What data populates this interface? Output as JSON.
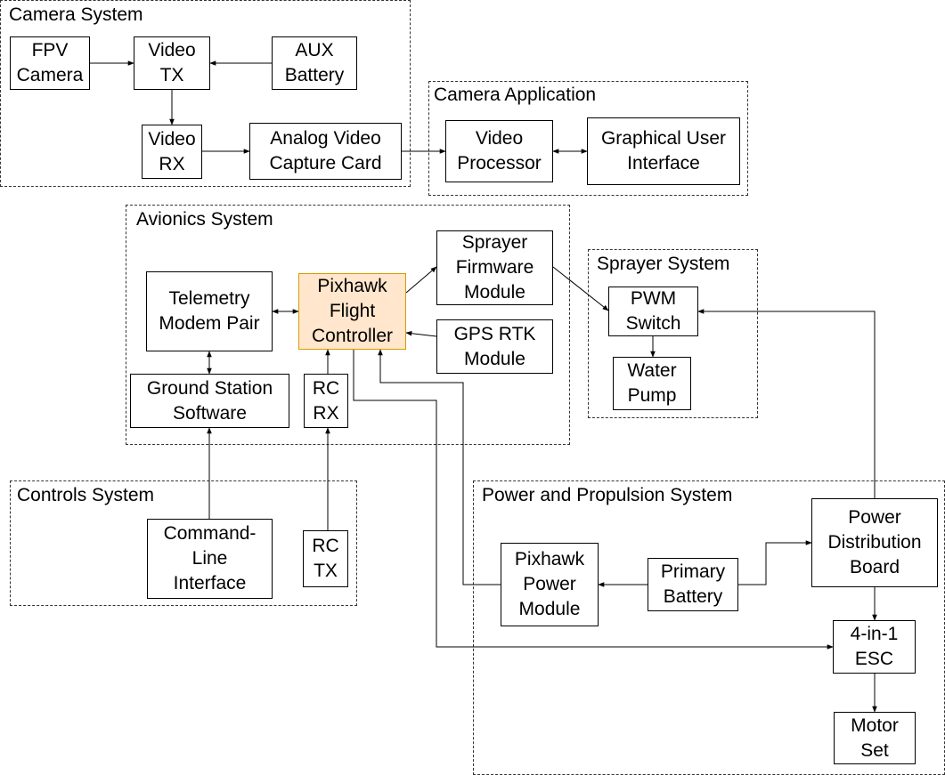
{
  "groups": {
    "camera_system": "Camera System",
    "camera_application": "Camera Application",
    "avionics_system": "Avionics System",
    "sprayer_system": "Sprayer System",
    "controls_system": "Controls System",
    "power_propulsion_system": "Power and Propulsion System"
  },
  "nodes": {
    "fpv_camera": "FPV\nCamera",
    "video_tx": "Video\nTX",
    "aux_battery": "AUX\nBattery",
    "video_rx": "Video\nRX",
    "analog_video_capture_card": "Analog Video\nCapture Card",
    "video_processor": "Video\nProcessor",
    "graphical_user_interface": "Graphical User\nInterface",
    "telemetry_modem_pair": "Telemetry\nModem Pair",
    "pixhawk_flight_controller": "Pixhawk\nFlight\nController",
    "sprayer_firmware_module": "Sprayer\nFirmware\nModule",
    "gps_rtk_module": "GPS RTK\nModule",
    "ground_station_software": "Ground Station\nSoftware",
    "rc_rx": "RC\nRX",
    "pwm_switch": "PWM\nSwitch",
    "water_pump": "Water\nPump",
    "command_line_interface": "Command-\nLine\nInterface",
    "rc_tx": "RC\nTX",
    "pixhawk_power_module": "Pixhawk\nPower\nModule",
    "primary_battery": "Primary\nBattery",
    "power_distribution_board": "Power\nDistribution\nBoard",
    "esc_4_in_1": "4-in-1\nESC",
    "motor_set": "Motor\nSet"
  },
  "colors": {
    "highlight_fill": "#ffe6cc",
    "highlight_border": "#d79b00",
    "line": "#000000"
  }
}
